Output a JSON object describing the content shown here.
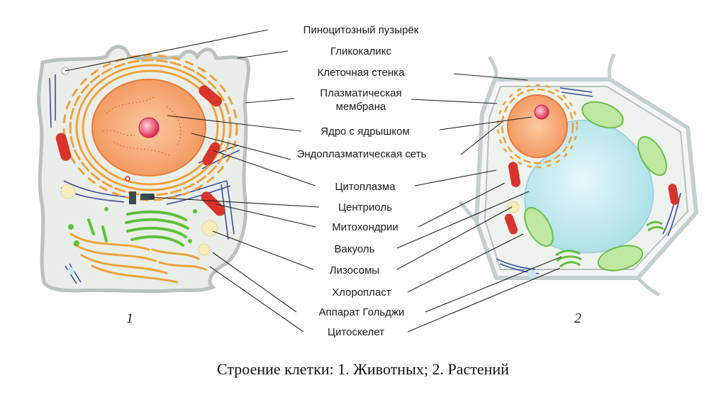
{
  "labels": {
    "pinocytic_vesicle": "Пиноцитозный пузырёк",
    "glycocalyx": "Гликокаликс",
    "cell_wall": "Клеточная стенка",
    "plasma_membrane_line1": "Плазматическая",
    "plasma_membrane_line2": "мембрана",
    "nucleus": "Ядро с ядрышком",
    "er": "Эндоплазматическая сеть",
    "cytoplasm": "Цитоплазма",
    "centriole": "Центриоль",
    "mitochondria": "Митохондрии",
    "vacuole": "Вакуоль",
    "lysosomes": "Лизосомы",
    "chloroplast": "Хлоропласт",
    "golgi": "Аппарат Гольджи",
    "cytoskeleton": "Цитоскелет"
  },
  "figure_numbers": {
    "animal": "1",
    "plant": "2"
  },
  "caption": "Строение клетки: 1. Животных; 2. Растений",
  "colors": {
    "cytoplasm": "#eef2ee",
    "nucleus": "#f6a06e",
    "nucleolus": "#e63a5a",
    "er": "#f2a23a",
    "mitochondria": "#d9342b",
    "golgi": "#5fc23a",
    "vacuole": "#bfe9ee",
    "chloroplast": "#8fd36a",
    "cytoskeleton": "#3a4fa0"
  }
}
